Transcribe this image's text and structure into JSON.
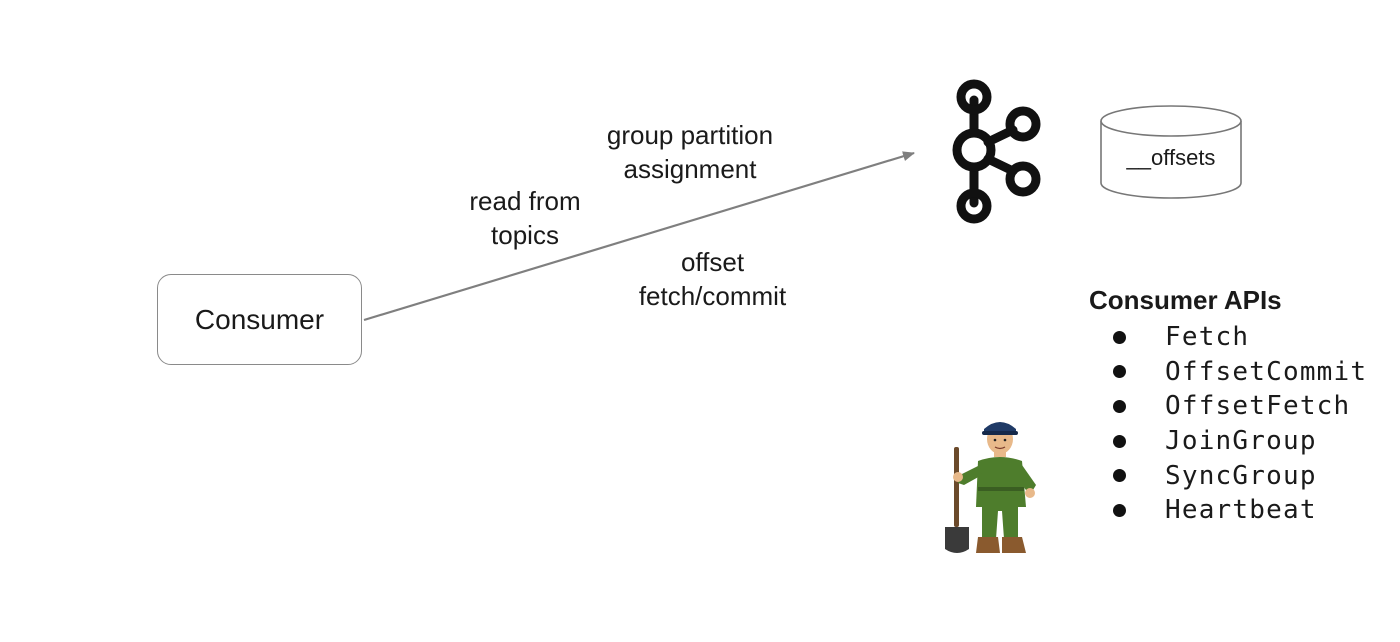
{
  "consumer": {
    "label": "Consumer"
  },
  "edge_labels": {
    "group_assignment": [
      "group partition",
      "assignment"
    ],
    "read_topics": [
      "read from",
      "topics"
    ],
    "offset_fetch_commit": [
      "offset",
      "fetch/commit"
    ]
  },
  "offsets_store": {
    "label": "__offsets"
  },
  "consumer_apis": {
    "title": "Consumer APIs",
    "items": [
      "Fetch",
      "OffsetCommit",
      "OffsetFetch",
      "JoinGroup",
      "SyncGroup",
      "Heartbeat"
    ]
  },
  "icons": {
    "broker": "kafka-logo-icon",
    "store": "database-cylinder-icon",
    "mascot": "worker-with-shovel-icon"
  },
  "colors": {
    "arrow": "#7f7f7f",
    "box_border": "#8a8a8a",
    "text": "#1a1a1a",
    "mascot_uniform": "#4e7d2c",
    "mascot_cap": "#1f3a66"
  }
}
